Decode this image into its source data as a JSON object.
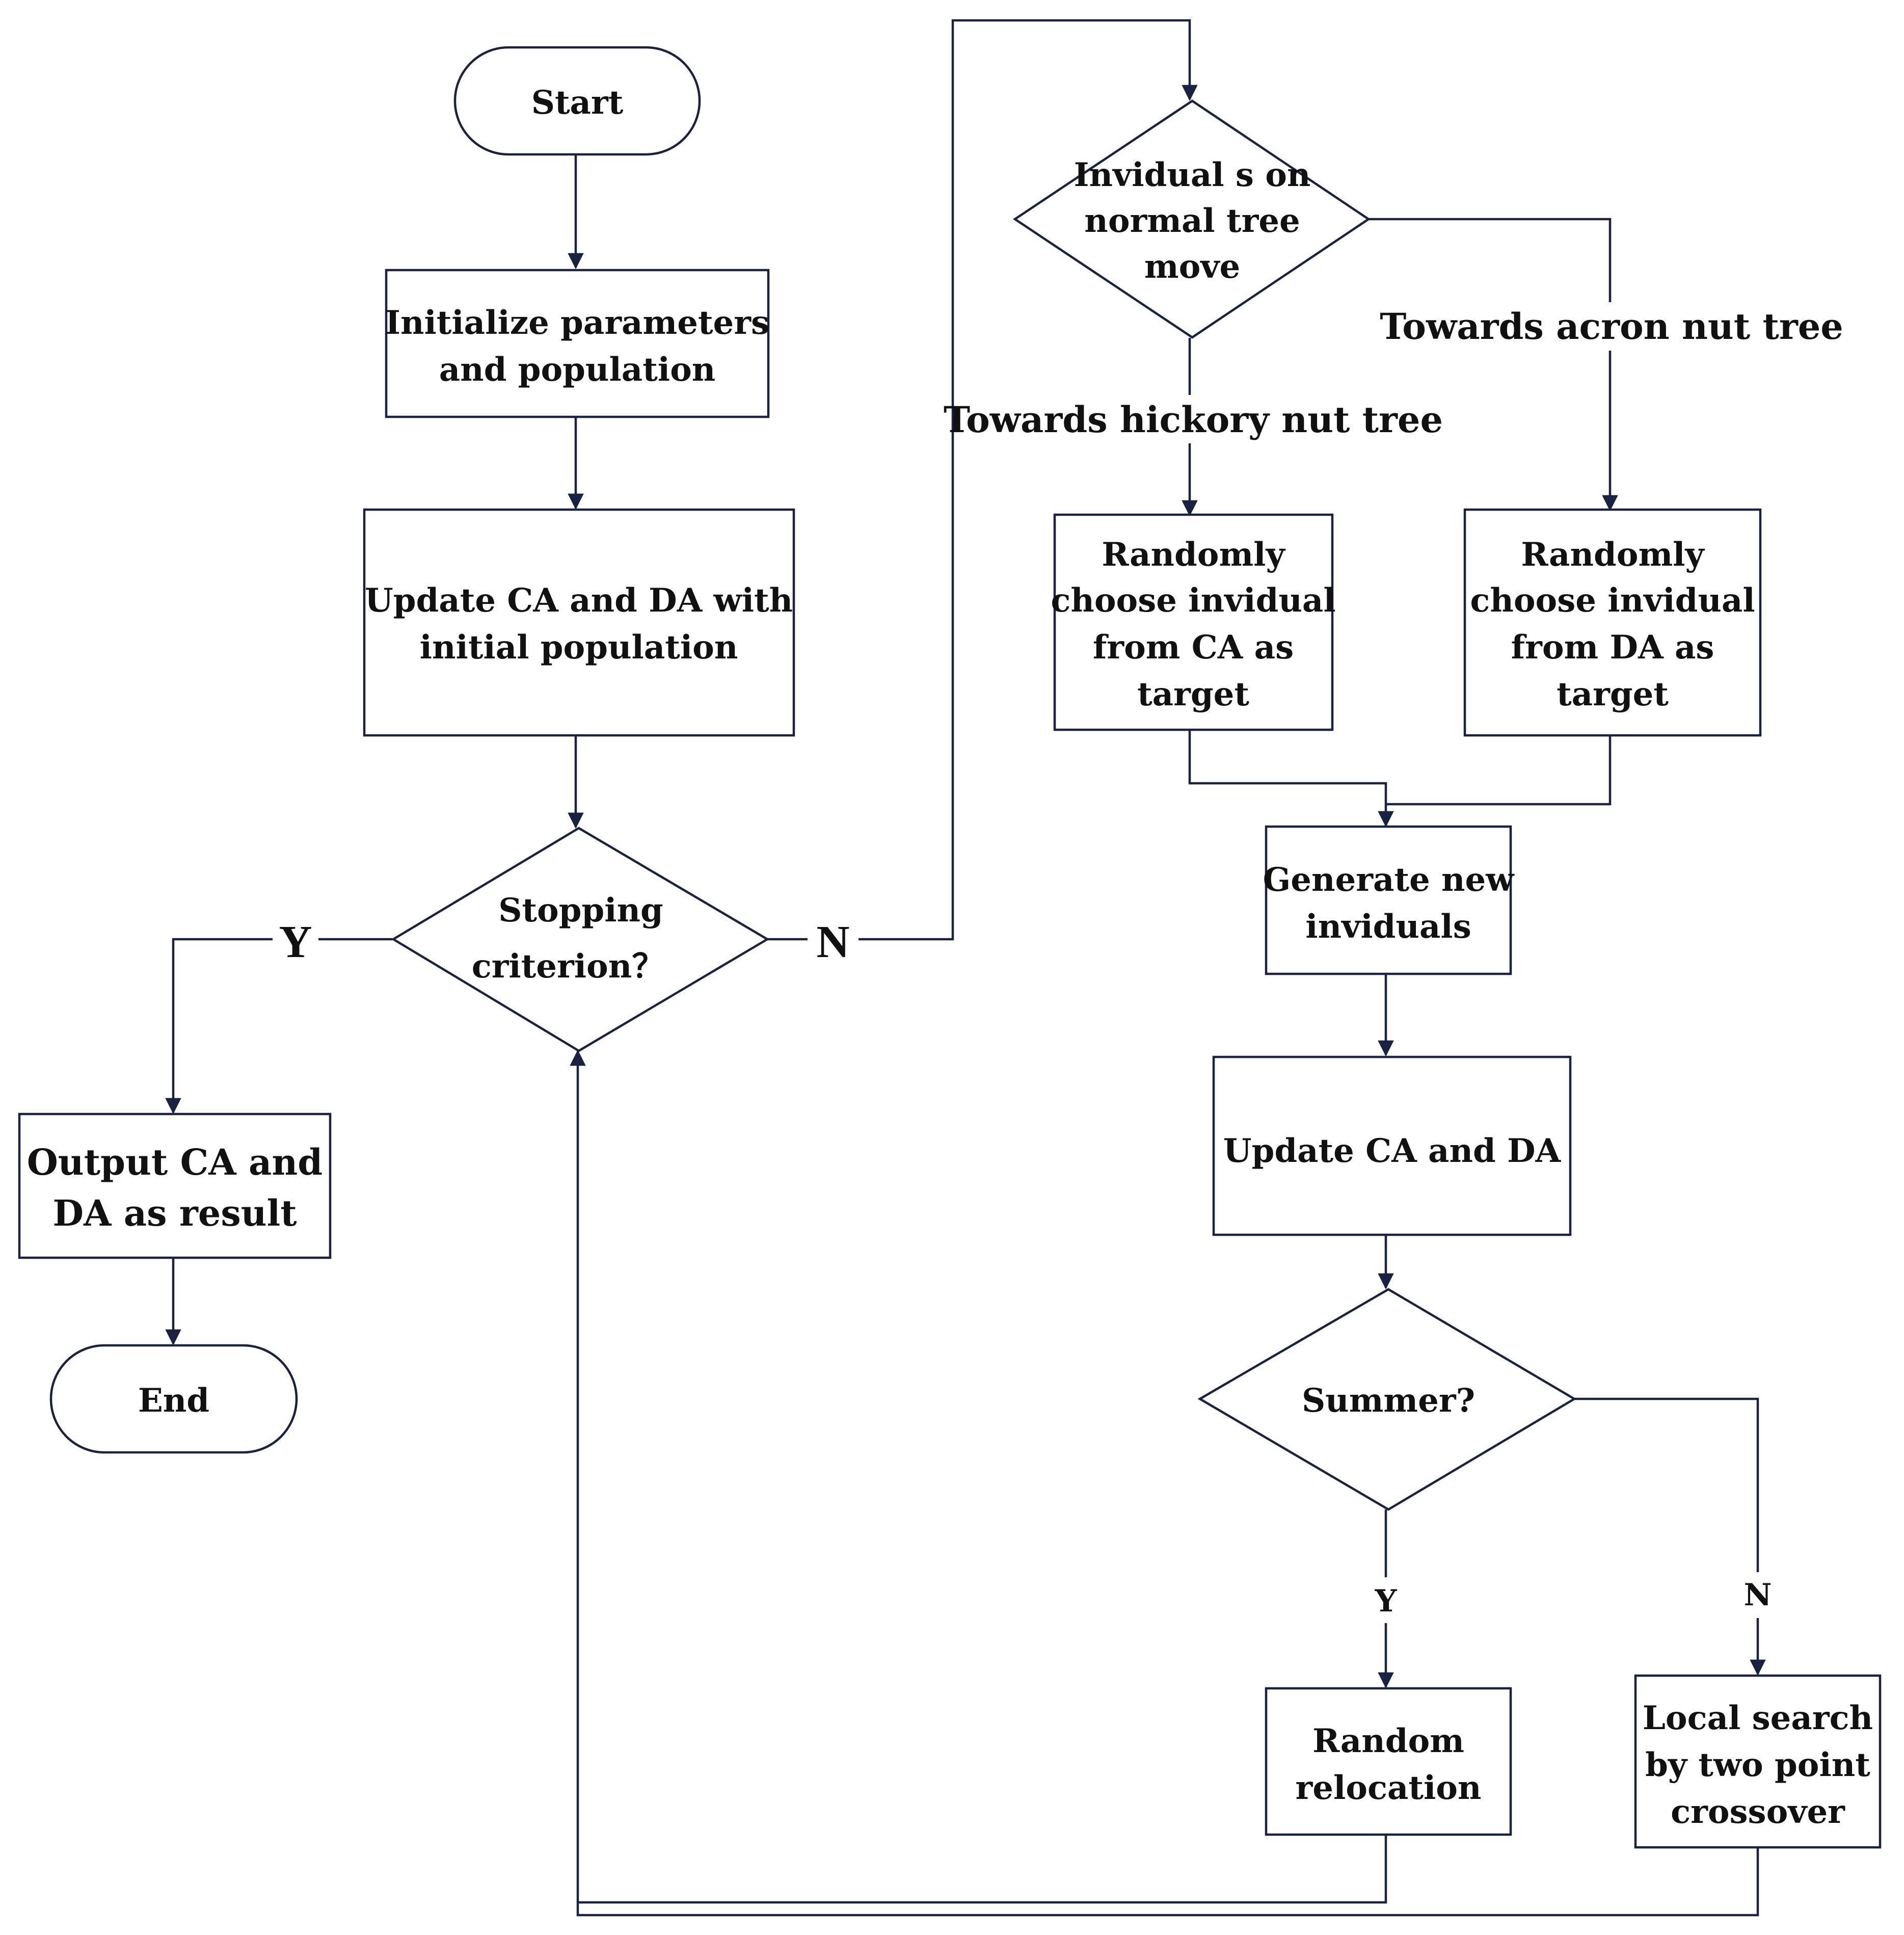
{
  "nodes": {
    "start": {
      "label": "Start"
    },
    "init": {
      "line1": "Initialize parameters",
      "line2": "and population"
    },
    "update_init": {
      "line1": "Update CA and DA with",
      "line2": "initial population"
    },
    "stopping": {
      "line1": "Stopping",
      "line2": "criterion？"
    },
    "output": {
      "line1": "Output CA and",
      "line2": "DA as result"
    },
    "end": {
      "label": "End"
    },
    "normal_tree": {
      "line1": "Invidual s on",
      "line2": "normal tree",
      "line3": "move"
    },
    "choose_ca": {
      "line1": "Randomly",
      "line2": "choose invidual",
      "line3": "from CA as",
      "line4": "target"
    },
    "choose_da": {
      "line1": "Randomly",
      "line2": "choose invidual",
      "line3": "from DA as",
      "line4": "target"
    },
    "generate": {
      "line1": "Generate new",
      "line2": "inviduals"
    },
    "update_ca_da": {
      "label": "Update CA and DA"
    },
    "summer": {
      "label": "Summer?"
    },
    "relocation": {
      "line1": "Random",
      "line2": "relocation"
    },
    "local_search": {
      "line1": "Local search",
      "line2": "by two point",
      "line3": "crossover"
    }
  },
  "edge_labels": {
    "stop_yes": "Y",
    "stop_no": "N",
    "towards_hickory": "Towards hickory nut tree",
    "towards_acorn": "Towards acron nut tree",
    "summer_yes": "Y",
    "summer_no": "N"
  },
  "colors": {
    "stroke": "#1a2242",
    "text": "#111111",
    "background": "#ffffff"
  }
}
